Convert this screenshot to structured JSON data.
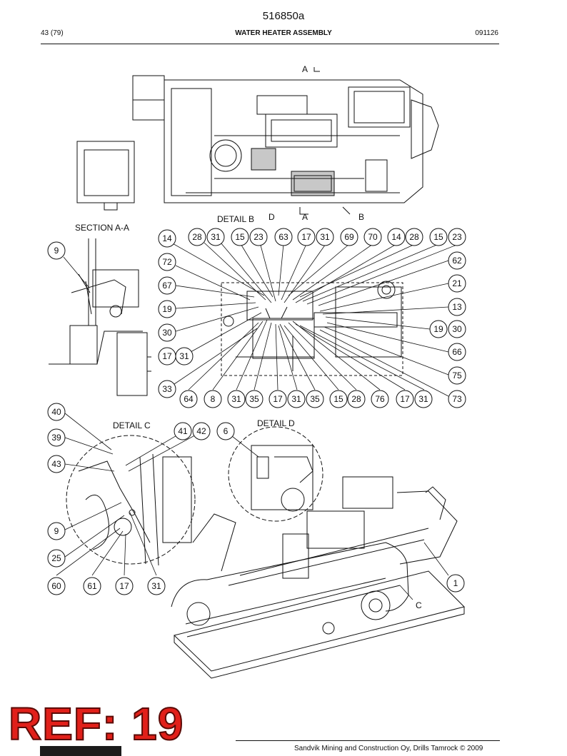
{
  "header": {
    "doc_number": "516850a",
    "page": "43 (79)",
    "title": "WATER HEATER ASSEMBLY",
    "code": "091126"
  },
  "labels": {
    "section_arrow_top": "A",
    "section_arrow_bottom": "A",
    "detail_d_marker": "D",
    "detail_b_marker": "B",
    "detail_c_marker": "C",
    "detail_b_title": "DETAIL B",
    "section_aa_title": "SECTION A-A",
    "detail_c_title": "DETAIL C",
    "detail_d_title": "DETAIL D"
  },
  "callouts": {
    "section_aa": [
      "9"
    ],
    "detail_b_top": [
      "28",
      "31",
      "15",
      "23",
      "63",
      "17",
      "31",
      "69",
      "70",
      "14",
      "28",
      "15",
      "23"
    ],
    "detail_b_left": [
      "14",
      "72",
      "67",
      "19",
      "30",
      "17",
      "31",
      "33"
    ],
    "detail_b_right": [
      "62",
      "21",
      "13",
      "19",
      "30",
      "66",
      "75",
      "73"
    ],
    "detail_b_bottom": [
      "64",
      "8",
      "31",
      "35",
      "17",
      "31",
      "35",
      "15",
      "28",
      "76",
      "17",
      "31"
    ],
    "detail_c_left": [
      "40",
      "39",
      "43",
      "9",
      "25"
    ],
    "detail_c_top": [
      "41",
      "42"
    ],
    "detail_c_bottom": [
      "60",
      "61",
      "17",
      "31"
    ],
    "detail_d": [
      "6"
    ],
    "iso": [
      "1"
    ]
  },
  "footer": {
    "stamp": "REF: 19",
    "copyright": "Sandvik Mining and Construction Oy, Drills Tamrock © 2009"
  }
}
